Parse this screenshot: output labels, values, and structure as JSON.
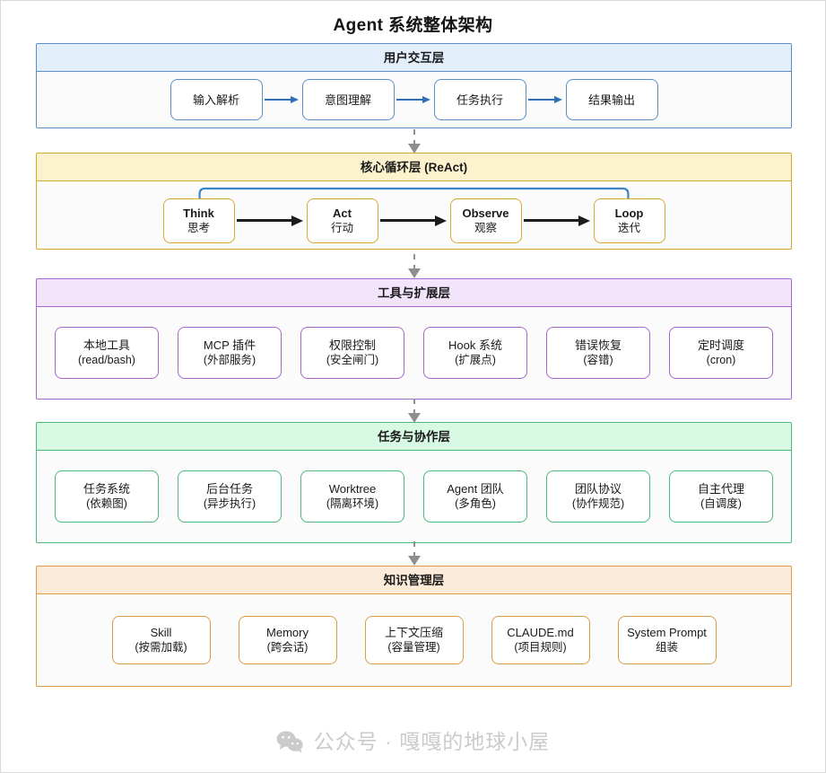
{
  "title": "Agent 系统整体架构",
  "layers": [
    {
      "id": "user",
      "header": "用户交互层",
      "color": "#5b8fc7",
      "nodes": [
        {
          "main": "输入解析",
          "sub": ""
        },
        {
          "main": "意图理解",
          "sub": ""
        },
        {
          "main": "任务执行",
          "sub": ""
        },
        {
          "main": "结果输出",
          "sub": ""
        }
      ]
    },
    {
      "id": "core",
      "header": "核心循环层 (ReAct)",
      "color": "#d6a92b",
      "nodes": [
        {
          "main": "Think",
          "sub": "思考"
        },
        {
          "main": "Act",
          "sub": "行动"
        },
        {
          "main": "Observe",
          "sub": "观察"
        },
        {
          "main": "Loop",
          "sub": "迭代"
        }
      ]
    },
    {
      "id": "tools",
      "header": "工具与扩展层",
      "color": "#a667cf",
      "nodes": [
        {
          "main": "本地工具",
          "sub": "(read/bash)"
        },
        {
          "main": "MCP 插件",
          "sub": "(外部服务)"
        },
        {
          "main": "权限控制",
          "sub": "(安全闸门)"
        },
        {
          "main": "Hook 系统",
          "sub": "(扩展点)"
        },
        {
          "main": "错误恢复",
          "sub": "(容错)"
        },
        {
          "main": "定时调度",
          "sub": "(cron)"
        }
      ]
    },
    {
      "id": "tasks",
      "header": "任务与协作层",
      "color": "#4cb97a",
      "nodes": [
        {
          "main": "任务系统",
          "sub": "(依赖图)"
        },
        {
          "main": "后台任务",
          "sub": "(异步执行)"
        },
        {
          "main": "Worktree",
          "sub": "(隔离环境)"
        },
        {
          "main": "Agent 团队",
          "sub": "(多角色)"
        },
        {
          "main": "团队协议",
          "sub": "(协作规范)"
        },
        {
          "main": "自主代理",
          "sub": "(自调度)"
        }
      ]
    },
    {
      "id": "knowledge",
      "header": "知识管理层",
      "color": "#dd9b45",
      "nodes": [
        {
          "main": "Skill",
          "sub": "(按需加载)"
        },
        {
          "main": "Memory",
          "sub": "(跨会话)"
        },
        {
          "main": "上下文压缩",
          "sub": "(容量管理)"
        },
        {
          "main": "CLAUDE.md",
          "sub": "(项目规则)"
        },
        {
          "main": "System Prompt",
          "sub": "组装"
        }
      ]
    }
  ],
  "watermark": {
    "icon": "wechat-icon",
    "text": "公众号 · 嘎嘎的地球小屋"
  }
}
